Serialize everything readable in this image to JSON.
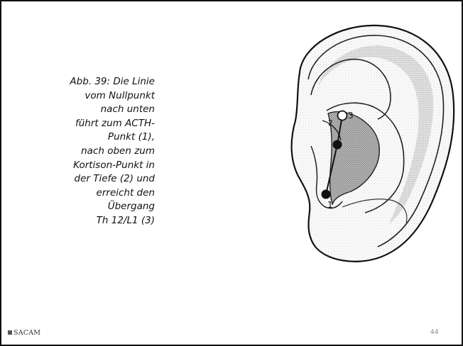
{
  "caption": {
    "lines": [
      "Abb. 39: Die Linie",
      "vom Nullpunkt",
      "nach unten",
      "führt zum ACTH-",
      "Punkt (1),",
      "nach oben zum",
      "Kortison-Punkt in",
      "der Tiefe (2) und",
      "erreicht den",
      "Übergang",
      "Th 12/L1 (3)"
    ]
  },
  "figure": {
    "point_labels": [
      "1",
      "2",
      "3"
    ]
  },
  "footer": {
    "logo_text": "SACAM",
    "page_number": "44"
  }
}
